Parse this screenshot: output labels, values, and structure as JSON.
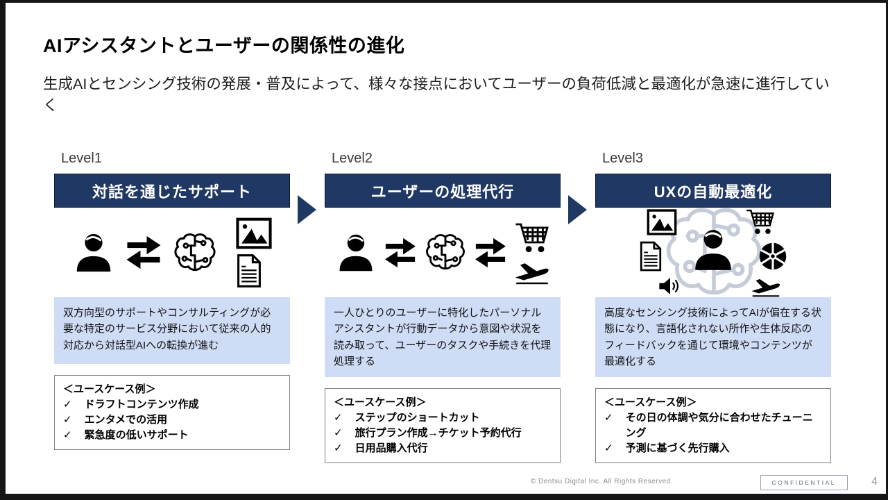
{
  "slide": {
    "title": "AIアシスタントとユーザーの関係性の進化",
    "subtitle": "生成AIとセンシング技術の発展・普及によって、様々な接点においてユーザーの負荷低減と最適化が急速に進行していく"
  },
  "usecase_heading": "＜ユースケース例＞",
  "levels": [
    {
      "label": "Level1",
      "banner": "対話を通じたサポート",
      "description": "双方向型のサポートやコンサルティングが必要な特定のサービス分野において従来の人的対応から対話型AIへの転換が進む",
      "use_cases": [
        "ドラフトコンテンツ作成",
        "エンタメでの活用",
        "緊急度の低いサポート"
      ],
      "icon_names": [
        "user-icon",
        "exchange-arrows-icon",
        "ai-brain-icon",
        "image-icon",
        "document-icon"
      ]
    },
    {
      "label": "Level2",
      "banner": "ユーザーの処理代行",
      "description": "一人ひとりのユーザーに特化したパーソナルアシスタントが行動データから意図や状況を読み取って、ユーザーのタスクや手続きを代理処理する",
      "use_cases": [
        "ステップのショートカット",
        "旅行プラン作成→チケット予約代行",
        "日用品購入代行"
      ],
      "icon_names": [
        "user-icon",
        "exchange-arrows-icon",
        "ai-brain-icon",
        "exchange-arrows-icon",
        "cart-icon",
        "plane-icon"
      ]
    },
    {
      "label": "Level3",
      "banner": "UXの自動最適化",
      "description": "高度なセンシング技術によってAIが偏在する状態になり、言語化されない所作や生体反応のフィードバックを通じて環境やコンテンツが最適化する",
      "use_cases": [
        "その日の体調や気分に合わせたチューニング",
        "予測に基づく先行購入"
      ],
      "icon_names": [
        "image-icon",
        "document-icon",
        "speaker-icon",
        "ai-brain-icon",
        "user-icon",
        "cart-icon",
        "aperture-icon",
        "plane-icon"
      ]
    }
  ],
  "icons": {
    "check": "✓"
  },
  "colors": {
    "banner_navy": "#1f3864",
    "description_bg": "#cfdcf5",
    "usecase_border": "#7f7f7f",
    "brain_gray": "#c6ccd7"
  },
  "footer": {
    "copyright": "© Dentsu Digital Inc. All Rights Reserved.",
    "confidential": "CONFIDENTIAL",
    "page_number": "4"
  }
}
